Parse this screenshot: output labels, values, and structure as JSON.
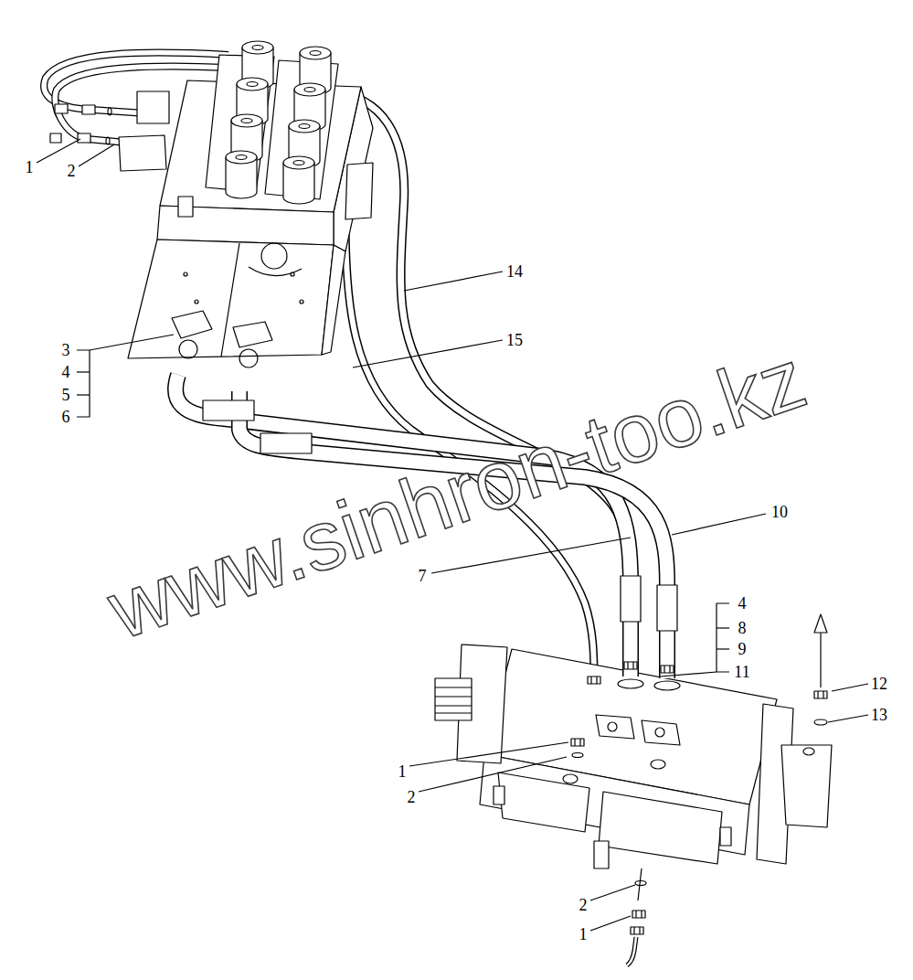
{
  "diagram": {
    "labels": [
      "1",
      "2",
      "3",
      "4",
      "5",
      "6",
      "14",
      "15",
      "10",
      "7",
      "4",
      "8",
      "9",
      "11",
      "12",
      "13",
      "1",
      "2",
      "2",
      "1",
      "www.sinhron-too.kz"
    ]
  }
}
